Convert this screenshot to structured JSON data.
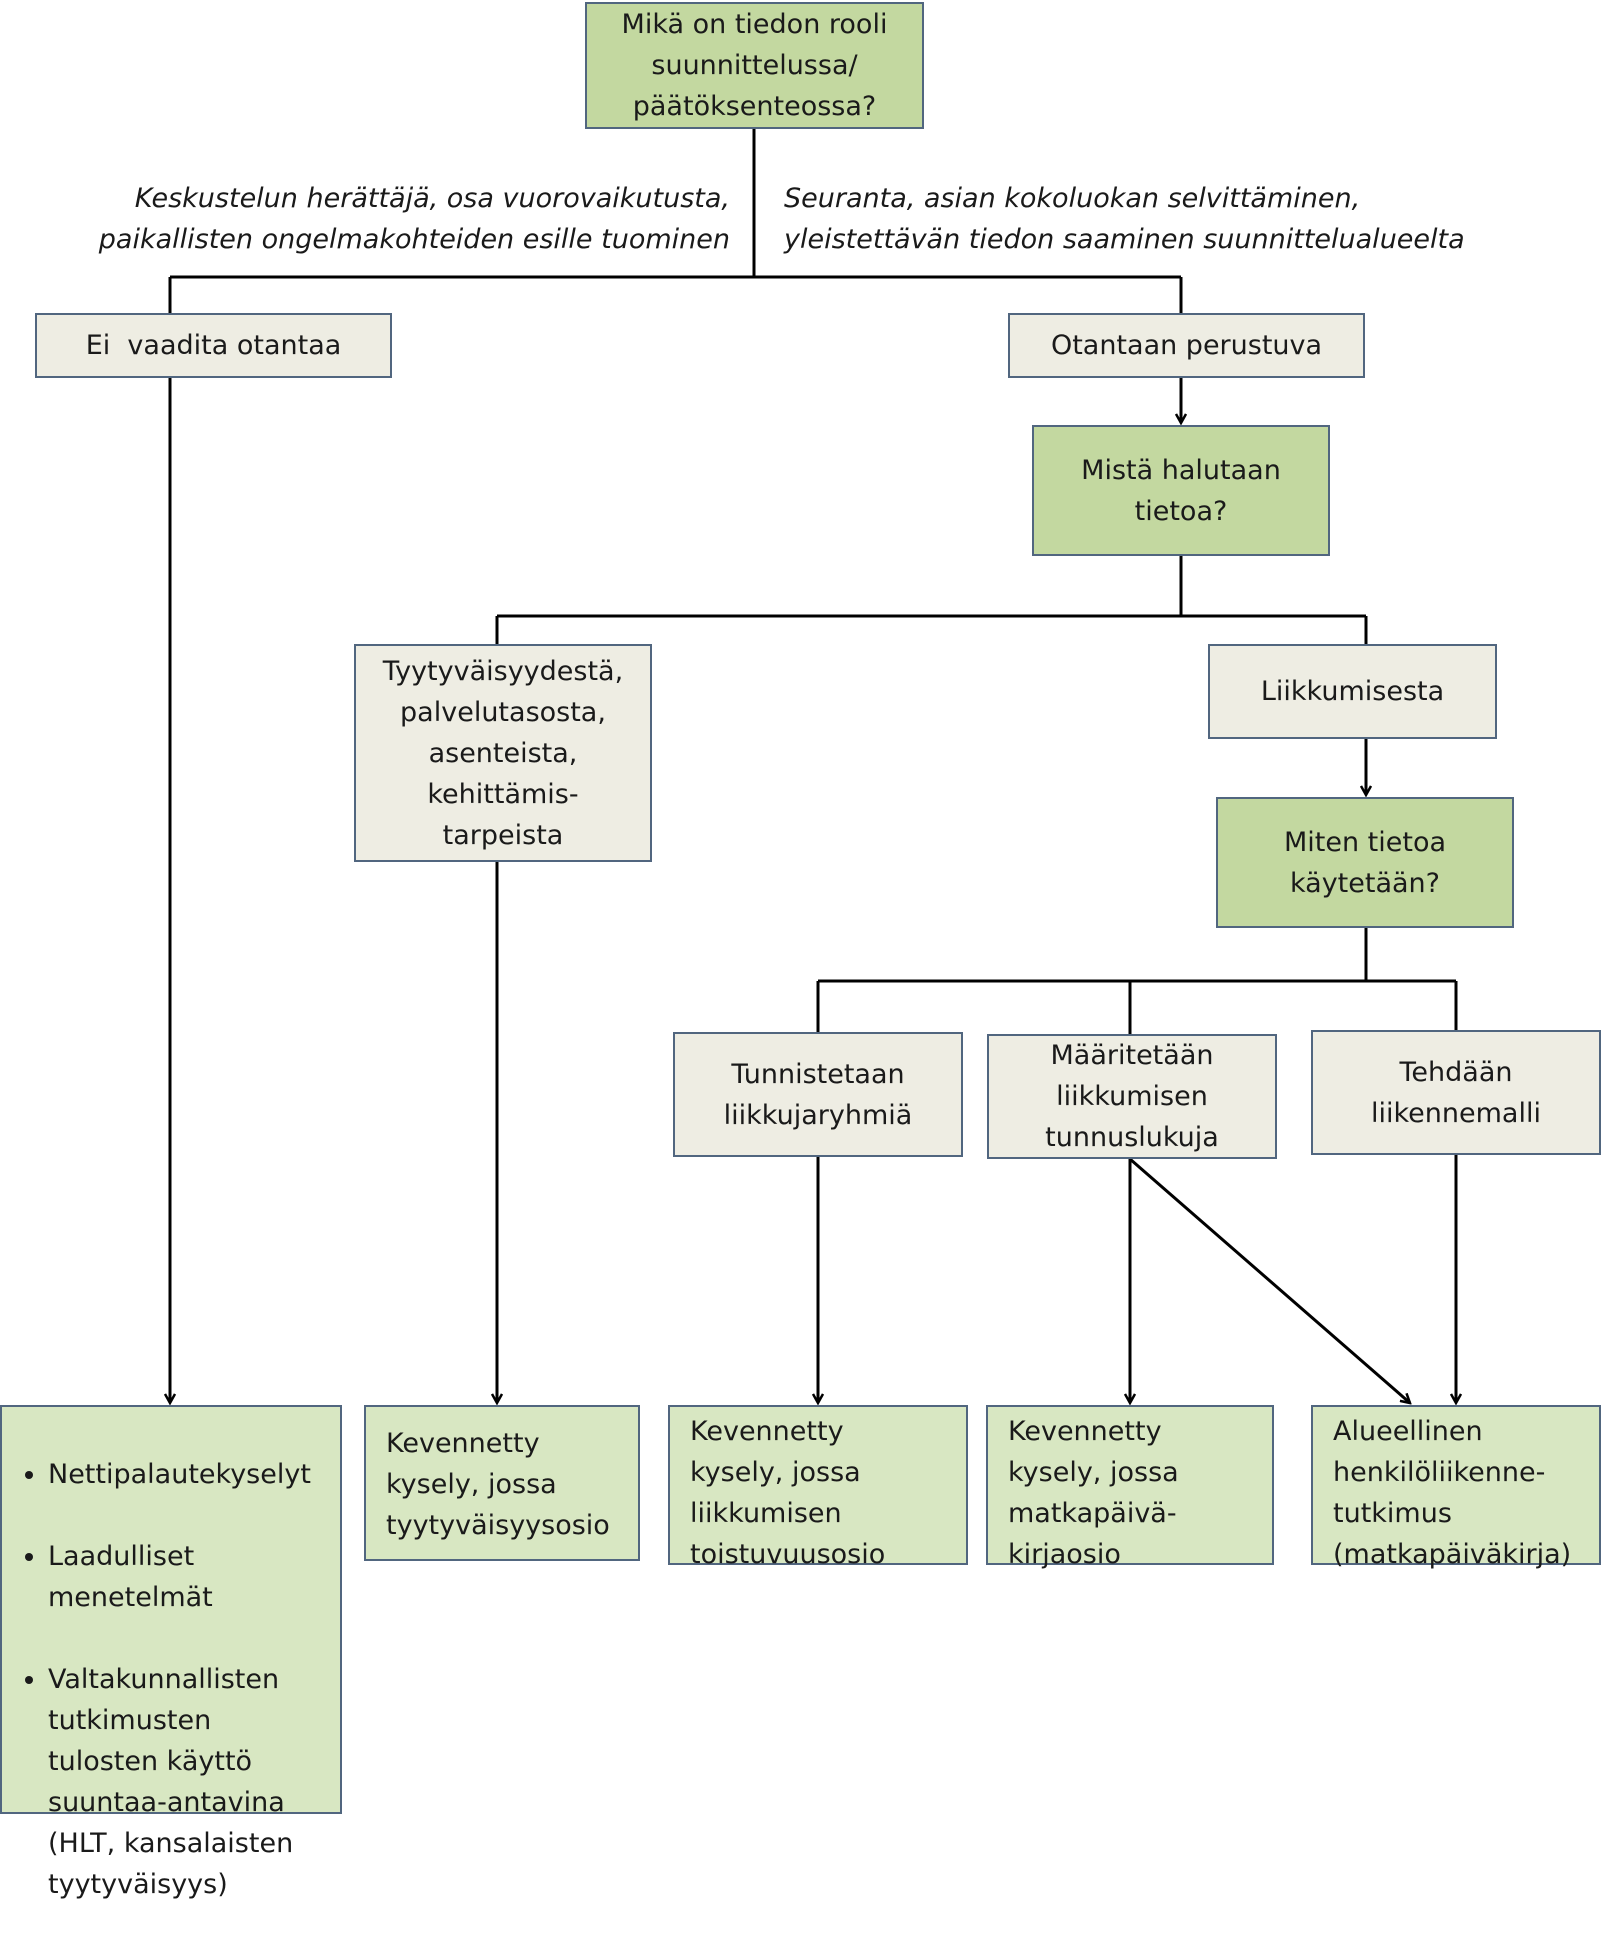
{
  "q_role": "Mikä on tiedon rooli\nsuunnittelussa/\npäätöksenteossa?",
  "note_left": "Keskustelun herättäjä, osa vuorovaikutusta,\npaikallisten ongelmakohteiden esille tuominen",
  "note_right": "Seuranta, asian kokoluokan selvittäminen,\nyleistettävän tiedon saaminen suunnittelualueelta",
  "no_sampling": "Ei  vaadita otantaa",
  "sampling": "Otantaan perustuva",
  "q_where": "Mistä halutaan\ntietoa?",
  "satisfaction": "Tyytyväisyydestä,\npalvelutasosta,\nasenteista,\nkehittämis-\ntarpeista",
  "mobility": "Liikkumisesta",
  "q_use": "Miten tietoa\nkäytetään?",
  "identify_groups": "Tunnistetaan\nliikkujaryhmiä",
  "define_indicators": "Määritetään\nliikkumisen\ntunnuslukuja",
  "traffic_model": "Tehdään\nliikennemalli",
  "methods": [
    "Nettipalautekyselyt",
    "Laadulliset\nmenetelmät",
    "Valtakunnallisten\ntutkimusten\ntulosten käyttö\nsuuntaa-antavina\n(HLT, kansalaisten\ntyytyväisyys)"
  ],
  "light_satisfaction": "Kevennetty\nkysely, jossa\ntyytyväisyysosio",
  "light_repeat": "Kevennetty\nkysely, jossa\nliikkumisen\ntoistuvuusosio",
  "light_diary": "Kevennetty\nkysely, jossa\nmatkapäivä-\nkirjaosio",
  "regional_survey": "Alueellinen\nhenkilöliikenne-\ntutkimus\n(matkapäiväkirja)"
}
